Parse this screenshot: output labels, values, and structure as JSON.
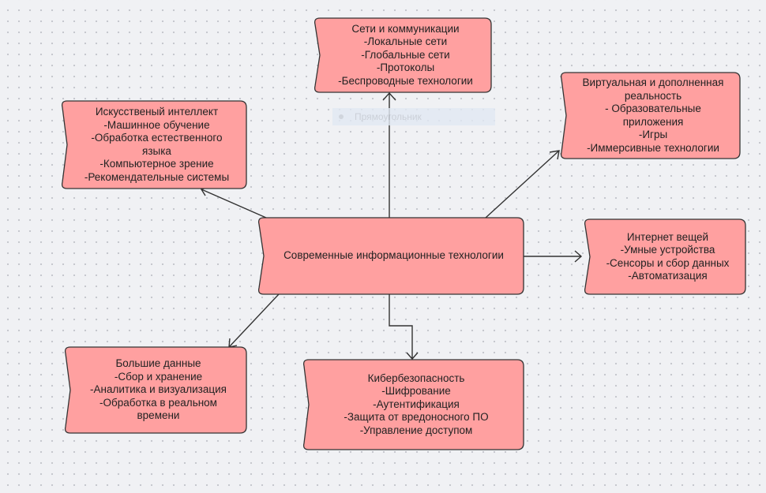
{
  "colors": {
    "node_fill": "#ffa0a0",
    "node_stroke": "#333333",
    "edge": "#333333"
  },
  "ghost_label": "Прямоугольник",
  "nodes": {
    "center": {
      "lines": [
        "Современные информационные технологии"
      ]
    },
    "networks": {
      "lines": [
        "Сети и коммуникации",
        "-Локальные сети",
        "-Глобальные сети",
        "-Протоколы",
        "-Беспроводные технологии"
      ]
    },
    "vr": {
      "lines": [
        "Виртуальная и дополненная",
        "реальность",
        "- Образовательные",
        "приложения",
        "-Игры",
        "-Иммерсивные технологии"
      ]
    },
    "ai": {
      "lines": [
        "Искусственый интеллект",
        "-Машинное обучение",
        "-Обработка естественного",
        "языка",
        "-Компьютерное зрение",
        "-Рекомендательные системы"
      ]
    },
    "iot": {
      "lines": [
        "Интернет вещей",
        "-Умные устройства",
        "-Сенсоры и сбор данных",
        "-Автоматизация"
      ]
    },
    "bigdata": {
      "lines": [
        "Большие данные",
        "-Сбор и хранение",
        "-Аналитика и визуализация",
        "-Обработка в реальном",
        "времени"
      ]
    },
    "security": {
      "lines": [
        "Кибербезопасность",
        "-Шифрование",
        "-Аутентификация",
        "-Защита от вредоносного ПО",
        "-Управление доступом"
      ]
    }
  }
}
